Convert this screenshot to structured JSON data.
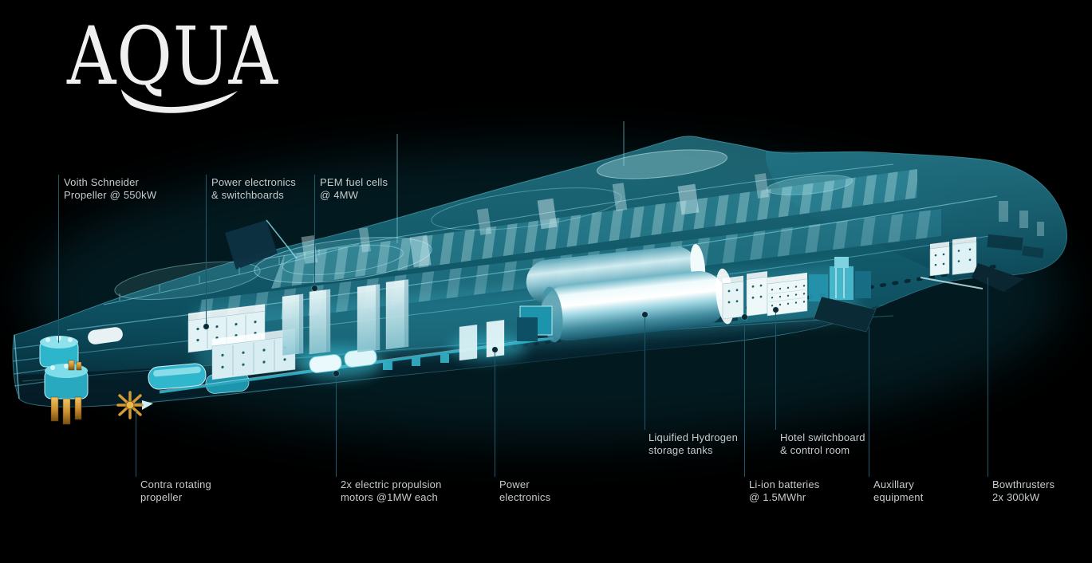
{
  "logo": {
    "text": "AQUA"
  },
  "colors": {
    "background": "#000000",
    "hull_cyan": "#2db5cc",
    "bright_cyan": "#7fdde9",
    "deep_teal": "#0b3a4a",
    "component_white": "#e8f6f8",
    "propeller_gold": "#d09a32",
    "label_text": "#c6cbcd",
    "leader_line": "#1b5a6e"
  },
  "diagram": {
    "subject": "AQUA hydrogen powered yacht cutaway",
    "callouts": [
      {
        "id": "voith-propeller",
        "line1": "Voith Schneider",
        "line2": "Propeller @ 550kW"
      },
      {
        "id": "power-electronics-switchboards",
        "line1": "Power electronics",
        "line2": "& switchboards"
      },
      {
        "id": "pem-fuel-cells",
        "line1": "PEM fuel cells",
        "line2": "@ 4MW"
      },
      {
        "id": "contra-rotating-propeller",
        "line1": "Contra rotating",
        "line2": "propeller"
      },
      {
        "id": "propulsion-motors",
        "line1": "2x electric propulsion",
        "line2": "motors @1MW each"
      },
      {
        "id": "power-electronics",
        "line1": "Power",
        "line2": "electronics"
      },
      {
        "id": "hydrogen-tanks",
        "line1": "Liquified Hydrogen",
        "line2": "storage tanks"
      },
      {
        "id": "hotel-switchboard",
        "line1": "Hotel switchboard",
        "line2": "& control room"
      },
      {
        "id": "li-ion-batteries",
        "line1": "Li-ion batteries",
        "line2": "@ 1.5MWhr"
      },
      {
        "id": "auxillary-equipment",
        "line1": "Auxillary",
        "line2": "equipment"
      },
      {
        "id": "bowthrusters",
        "line1": "Bowthrusters",
        "line2": "2x 300kW"
      }
    ]
  }
}
